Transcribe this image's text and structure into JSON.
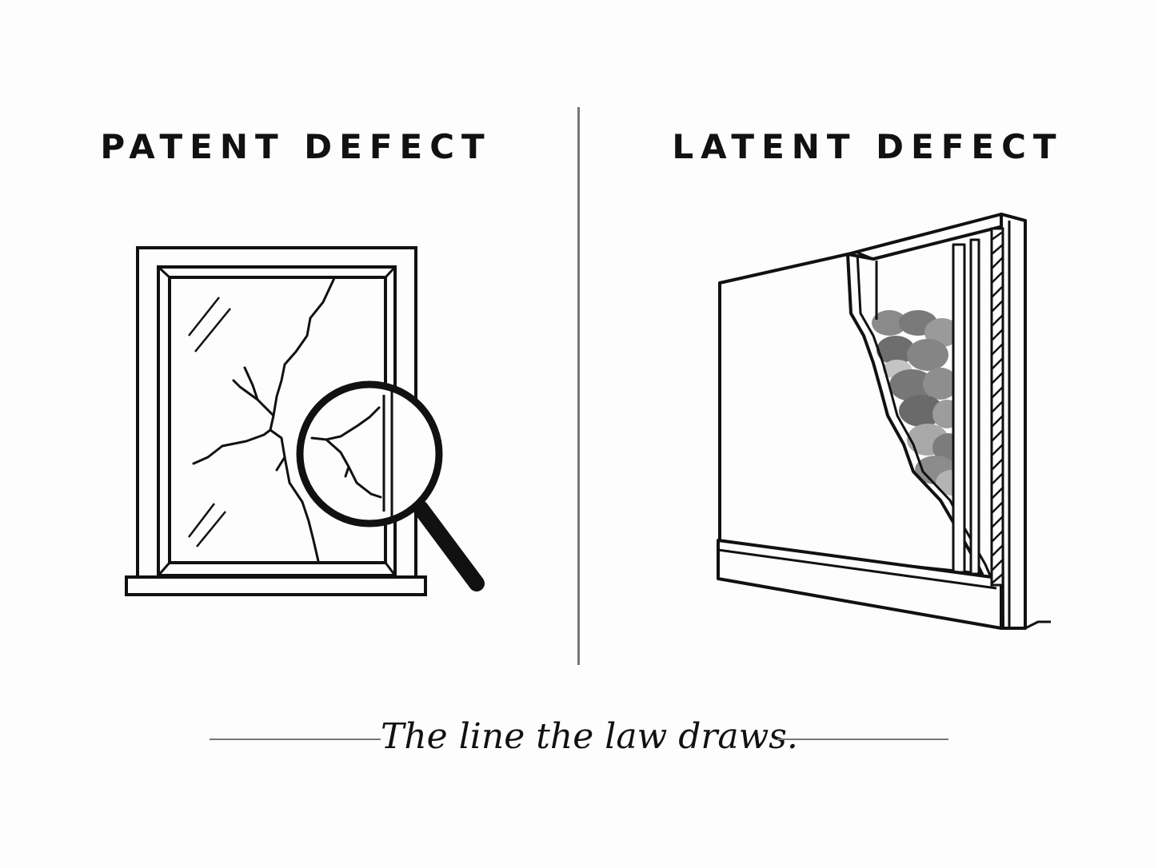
{
  "panels": {
    "left": {
      "title": "PATENT DEFECT",
      "illustration": "cracked-window-with-magnifying-glass"
    },
    "right": {
      "title": "LATENT DEFECT",
      "illustration": "wall-cutaway-with-hidden-mold"
    }
  },
  "caption": "The line the law draws.",
  "colors": {
    "ink": "#111111",
    "divider": "#777777",
    "mold_dark": "#707070",
    "mold_light": "#b0b0b0"
  }
}
